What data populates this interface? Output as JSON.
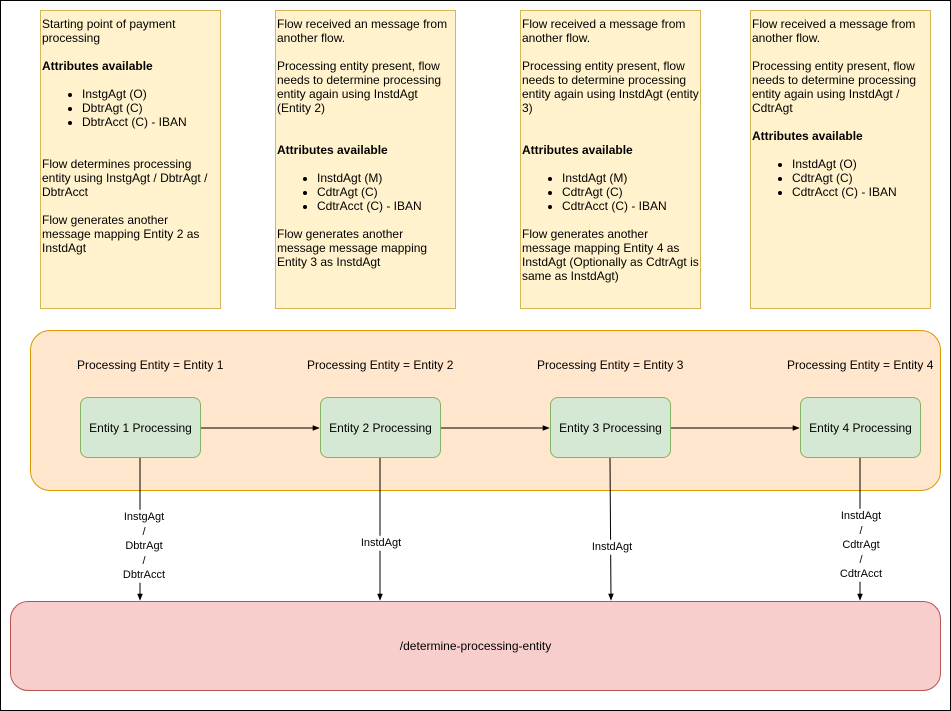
{
  "notes": [
    {
      "intro": [
        "Starting point of payment processing"
      ],
      "attributes_heading": "Attributes available",
      "attributes": [
        "InstgAgt (O)",
        "DbtrAgt (C)",
        "DbtrAcct (C) - IBAN"
      ],
      "outro": [
        "Flow determines processing entity using InstgAgt / DbtrAgt / DbtrAcct",
        "Flow generates another message mapping Entity 2 as InstdAgt"
      ]
    },
    {
      "intro": [
        "Flow received an message from another flow.",
        "Processing entity present, flow needs to determine processing entity again using InstdAgt (Entity 2)"
      ],
      "attributes_heading": "Attributes available",
      "attributes": [
        "InstdAgt (M)",
        "CdtrAgt (C)",
        "CdtrAcct (C) - IBAN"
      ],
      "outro": [
        "Flow generates another message message mapping Entity 3 as InstdAgt"
      ]
    },
    {
      "intro": [
        "Flow received a message from another flow.",
        "Processing entity present, flow needs to determine processing entity again using InstdAgt (entity 3)"
      ],
      "attributes_heading": "Attributes available",
      "attributes": [
        "InstdAgt (M)",
        "CdtrAgt (C)",
        "CdtrAcct (C) - IBAN"
      ],
      "outro": [
        "Flow generates another message mapping Entity 4 as InstdAgt (Optionally as CdtrAgt is same as InstdAgt)"
      ]
    },
    {
      "intro": [
        "Flow received a message from another flow.",
        "Processing entity present, flow needs to determine processing entity again using InstdAgt / CdtrAgt"
      ],
      "attributes_heading": "Attributes available",
      "attributes": [
        "InstdAgt (O)",
        "CdtrAgt (C)",
        "CdtrAcct (C) - IBAN"
      ],
      "outro": []
    }
  ],
  "processing_labels": [
    "Processing Entity = Entity 1",
    "Processing Entity = Entity 2",
    "Processing Entity = Entity 3",
    "Processing Entity = Entity 4"
  ],
  "entities": [
    "Entity 1 Processing",
    "Entity 2 Processing",
    "Entity 3 Processing",
    "Entity 4 Processing"
  ],
  "edge_labels": [
    [
      "InstgAgt",
      "/",
      "DbtrAgt",
      "/",
      "DbtrAcct"
    ],
    [
      "InstdAgt"
    ],
    [
      "InstdAgt"
    ],
    [
      "InstdAgt",
      "/",
      "CdtrAgt",
      "/",
      "CdtrAcct"
    ]
  ],
  "endpoint": "/determine-processing-entity",
  "colors": {
    "note_fill": "#fff2cc",
    "note_stroke": "#d6b656",
    "swimlane_fill": "#ffe6cc",
    "swimlane_stroke": "#d79b00",
    "entity_fill": "#d5e8d4",
    "entity_stroke": "#82b366",
    "endpoint_fill": "#f8cecc",
    "endpoint_stroke": "#b85450"
  }
}
